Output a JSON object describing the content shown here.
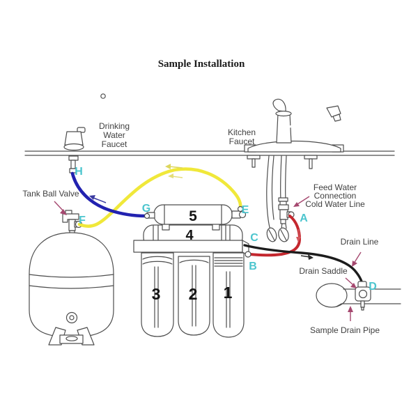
{
  "title": "Sample Installation",
  "labels": {
    "drinking_water_faucet": [
      "Drinking",
      "Water",
      "Faucet"
    ],
    "kitchen_faucet": [
      "Kitchen",
      "Faucet"
    ],
    "tank_ball_valve": "Tank Ball Valve",
    "feed_water_connection": [
      "Feed Water",
      "Connection",
      "Cold Water Line"
    ],
    "drain_line": "Drain Line",
    "drain_saddle": "Drain Saddle",
    "sample_drain_pipe": "Sample Drain Pipe"
  },
  "connection_points": {
    "A": "A",
    "B": "B",
    "C": "C",
    "D": "D",
    "E": "E",
    "F": "F",
    "G": "G",
    "H": "H"
  },
  "filter_stages": {
    "stage1": "1",
    "stage2": "2",
    "stage3": "3",
    "stage4": "4",
    "stage5": "5"
  },
  "colors": {
    "connection_letter": "#4cc5ce",
    "tube_blue": "#2222b0",
    "tube_yellow": "#f0e83a",
    "tube_red": "#c4272e",
    "tube_drain_black": "#1c1c1c",
    "pointer_arrow": "#a5486f",
    "line_art": "#4d4d4d"
  }
}
